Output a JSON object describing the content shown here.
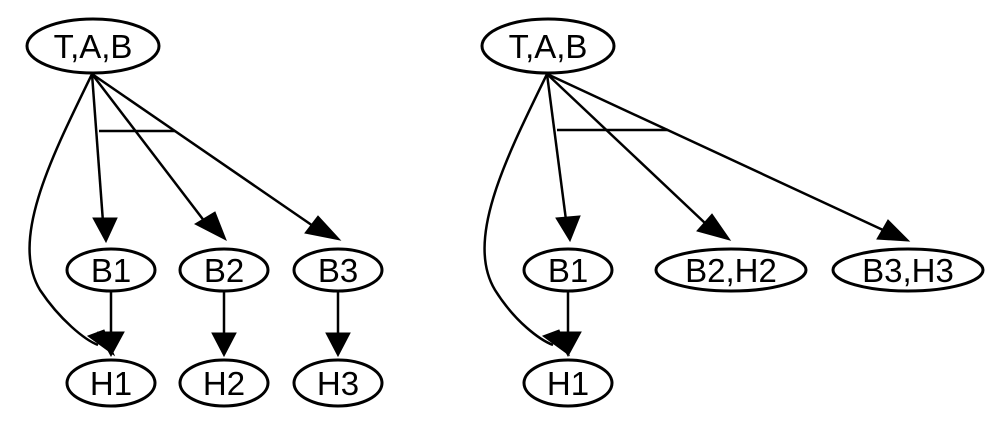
{
  "diagrams": [
    {
      "name": "left-network",
      "nodes": [
        {
          "id": "tab",
          "label": "T,A,B"
        },
        {
          "id": "b1",
          "label": "B1"
        },
        {
          "id": "b2",
          "label": "B2"
        },
        {
          "id": "b3",
          "label": "B3"
        },
        {
          "id": "h1",
          "label": "H1"
        },
        {
          "id": "h2",
          "label": "H2"
        },
        {
          "id": "h3",
          "label": "H3"
        }
      ],
      "edges": [
        {
          "from": "tab",
          "to": "b1"
        },
        {
          "from": "tab",
          "to": "b2"
        },
        {
          "from": "tab",
          "to": "b3"
        },
        {
          "from": "tab",
          "to": "h1"
        },
        {
          "from": "b1",
          "to": "h1"
        },
        {
          "from": "b2",
          "to": "h2"
        },
        {
          "from": "b3",
          "to": "h3"
        }
      ]
    },
    {
      "name": "right-network",
      "nodes": [
        {
          "id": "tab",
          "label": "T,A,B"
        },
        {
          "id": "b1",
          "label": "B1"
        },
        {
          "id": "b2h2",
          "label": "B2,H2"
        },
        {
          "id": "b3h3",
          "label": "B3,H3"
        },
        {
          "id": "h1",
          "label": "H1"
        }
      ],
      "edges": [
        {
          "from": "tab",
          "to": "b1"
        },
        {
          "from": "tab",
          "to": "b2h2"
        },
        {
          "from": "tab",
          "to": "b3h3"
        },
        {
          "from": "tab",
          "to": "h1"
        },
        {
          "from": "b1",
          "to": "h1"
        }
      ]
    }
  ],
  "colors": {
    "stroke": "#000000",
    "fill": "#ffffff"
  }
}
